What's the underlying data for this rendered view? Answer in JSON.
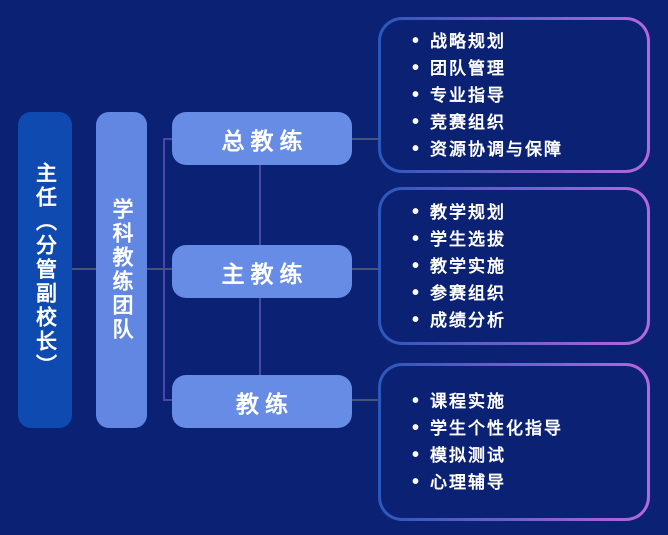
{
  "chart": {
    "type": "org-diagram",
    "director": {
      "label": "主任（分管副校长）"
    },
    "team": {
      "label": "学科教练团队"
    },
    "roles": [
      {
        "label": "总教练",
        "duties": [
          "战略规划",
          "团队管理",
          "专业指导",
          "竞赛组织",
          "资源协调与保障"
        ]
      },
      {
        "label": "主教练",
        "duties": [
          "教学规划",
          "学生选拔",
          "教学实施",
          "参赛组织",
          "成绩分析"
        ]
      },
      {
        "label": "教练",
        "duties": [
          "课程实施",
          "学生个性化指导",
          "模拟测试",
          "心理辅导"
        ]
      }
    ]
  },
  "colors": {
    "background": "#0b2173",
    "director_box": "#0e4ab0",
    "team_box": "#6187e2",
    "role_box": "#678ce6",
    "detail_border_start": "#2b57bb",
    "detail_border_end": "#b468e0",
    "connector_purple": "#4c46a8",
    "connector_gray": "#47547a",
    "text": "#ffffff"
  }
}
